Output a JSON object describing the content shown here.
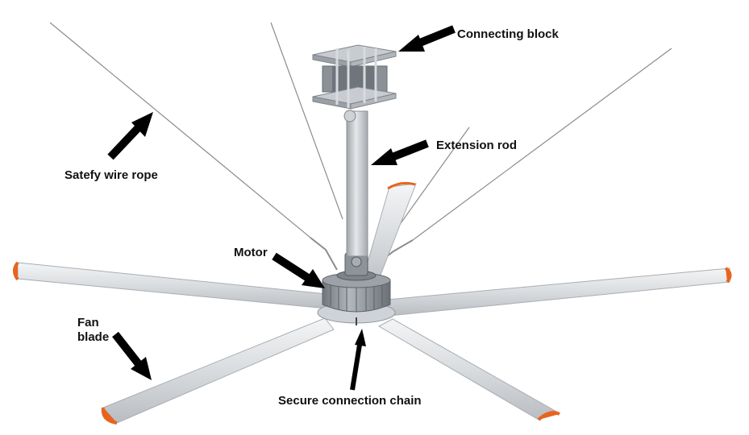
{
  "labels": {
    "connecting_block": "Connecting block",
    "extension_rod": "Extension rod",
    "safety_wire_rope": "Satefy wire rope",
    "motor": "Motor",
    "fan_blade": "Fan\nblade",
    "secure_connection_chain": "Secure connection chain"
  },
  "colors": {
    "background": "#ffffff",
    "blade_body": "#dde0e3",
    "blade_edge": "#a9aeb3",
    "blade_cap": "#e8641e",
    "motor_body": "#8c9298",
    "metal": "#b6bbc0",
    "wire": "#8a8a8a",
    "arrow": "#000000"
  }
}
